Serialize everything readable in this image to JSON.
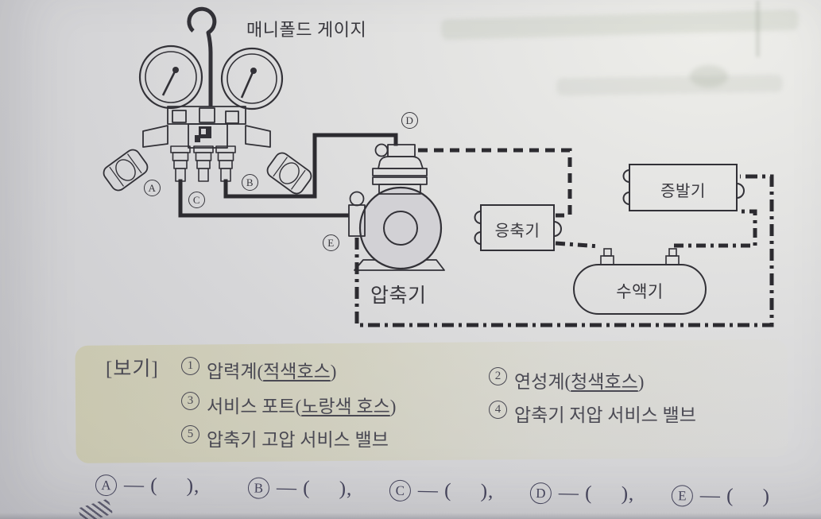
{
  "diagram": {
    "manifold_gauge_label": "매니폴드 게이지",
    "compressor_label": "압축기",
    "condenser_label": "응축기",
    "evaporator_label": "증발기",
    "receiver_label": "수액기",
    "points": {
      "a": "A",
      "b": "B",
      "c": "C",
      "d": "D",
      "e": "E"
    }
  },
  "example_box": {
    "tag": "[보기]",
    "options": [
      {
        "num": "1",
        "pre": "압력계(",
        "underlined": "적색호스",
        "post": ")"
      },
      {
        "num": "2",
        "pre": "연성계(",
        "underlined": "청색호스",
        "post": ")"
      },
      {
        "num": "3",
        "pre": "서비스 포트(",
        "underlined": "노랑색 호스",
        "post": ")"
      },
      {
        "num": "4",
        "pre": "압축기 저압 서비스 밸브",
        "underlined": "",
        "post": ""
      },
      {
        "num": "5",
        "pre": "압축기 고압 서비스 밸브",
        "underlined": "",
        "post": ""
      }
    ]
  },
  "answer_row": {
    "items": [
      {
        "label": "A",
        "tail": "— (     ),"
      },
      {
        "label": "B",
        "tail": "— (     ),"
      },
      {
        "label": "C",
        "tail": "— (     ),"
      },
      {
        "label": "D",
        "tail": "— (     ),"
      },
      {
        "label": "E",
        "tail": "— (     )"
      }
    ]
  },
  "colors": {
    "ink": "#323137",
    "text": "#4a4953",
    "answer_text": "#44435a",
    "box_tint": "#cbc89e",
    "page": "#d6d6d8"
  }
}
